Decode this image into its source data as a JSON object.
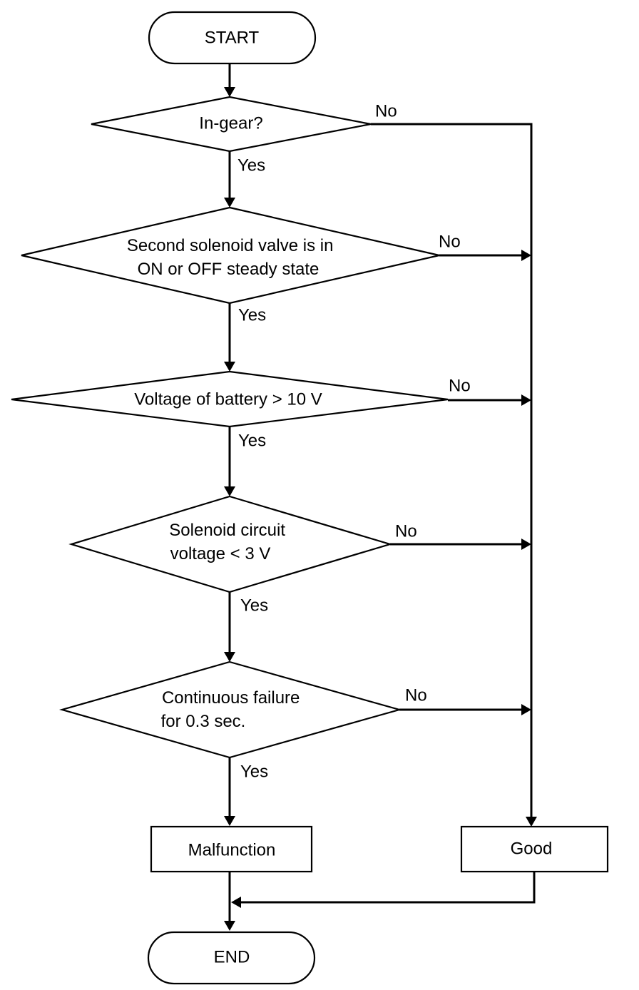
{
  "nodes": {
    "start": "START",
    "in_gear": "In-gear?",
    "solenoid_steady": [
      "Second solenoid valve is in",
      "ON or OFF steady state"
    ],
    "battery_voltage": "Voltage of battery > 10 V",
    "circuit_voltage": [
      "Solenoid circuit",
      "voltage < 3 V"
    ],
    "continuous_failure": [
      "Continuous failure",
      "for 0.3 sec."
    ],
    "malfunction": "Malfunction",
    "good": "Good",
    "end": "END"
  },
  "edges": {
    "yes": "Yes",
    "no": "No"
  },
  "colors": {
    "stroke": "#000000",
    "fill": "#ffffff",
    "text": "#000000"
  }
}
